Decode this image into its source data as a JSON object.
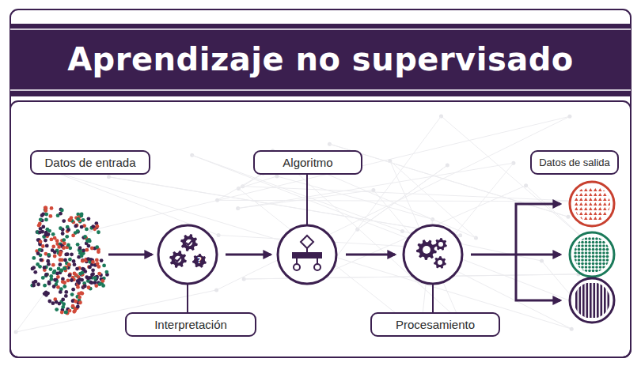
{
  "diagram": {
    "title": "Aprendizaje no supervisado",
    "nodes": [
      {
        "text": [
          "Datos de entrada"
        ]
      },
      {
        "text": [
          "Algoritmo"
        ]
      },
      {
        "text": [
          "Datos de salida"
        ]
      },
      {
        "text": [
          "Interpretación"
        ]
      },
      {
        "text": [
          "Procesamiento"
        ]
      }
    ],
    "labels": [
      "?"
    ]
  }
}
